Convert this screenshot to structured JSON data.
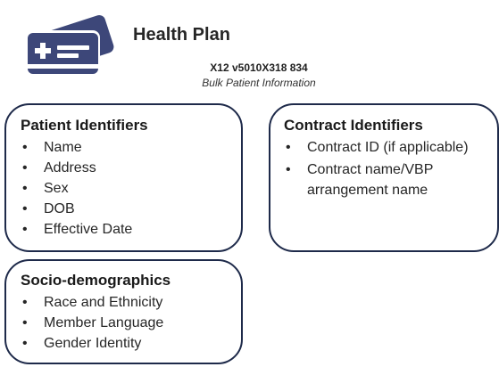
{
  "header": {
    "title": "Health Plan",
    "code": "X12 v5010X318 834",
    "subtitle": "Bulk Patient Information",
    "logo_icon": "insurance-card-icon",
    "accent_color": "#3d4779"
  },
  "boxes": {
    "patient": {
      "title": "Patient Identifiers",
      "items": [
        "Name",
        "Address",
        "Sex",
        "DOB",
        "Effective Date"
      ]
    },
    "contract": {
      "title": "Contract Identifiers",
      "items": [
        "Contract ID (if applicable)",
        "Contract name/VBP arrangement name"
      ]
    },
    "socio": {
      "title": "Socio-demographics",
      "items": [
        "Race and Ethnicity",
        "Member Language",
        "Gender Identity"
      ]
    }
  },
  "border_color": "#1e2a4a"
}
